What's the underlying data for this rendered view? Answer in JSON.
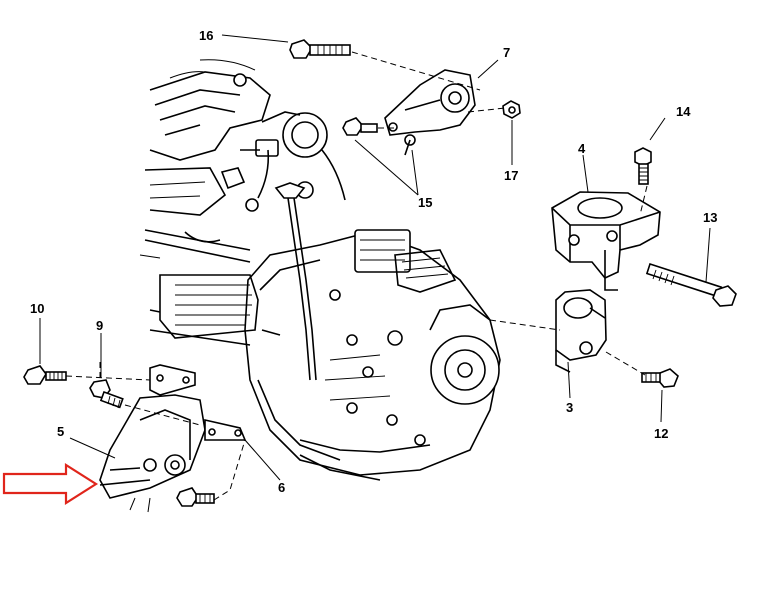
{
  "callouts": {
    "c3": "3",
    "c4": "4",
    "c5": "5",
    "c6": "6",
    "c7": "7",
    "c9": "9",
    "c10": "10",
    "c12": "12",
    "c13": "13",
    "c14": "14",
    "c15": "15",
    "c16": "16",
    "c17": "17"
  },
  "colors": {
    "ink": "#000000",
    "background": "#ffffff",
    "highlight_arrow": "#e0251b"
  },
  "icons": {
    "pointer": "red-outline-arrow-icon"
  }
}
